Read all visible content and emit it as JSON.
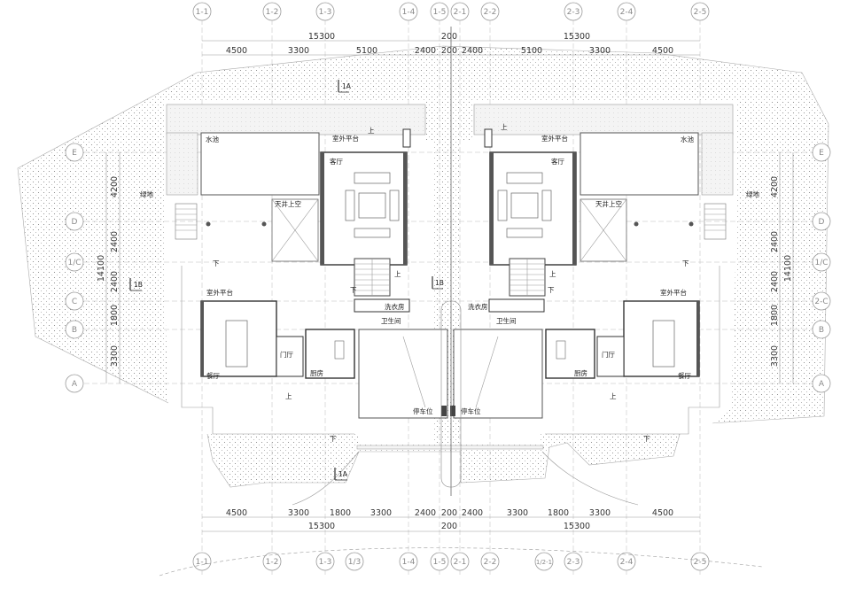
{
  "grid_top": [
    "1-1",
    "1-2",
    "1-3",
    "1-4",
    "1-5",
    "2-1",
    "2-2",
    "2-3",
    "2-4",
    "2-5"
  ],
  "grid_bottom": [
    "1-1",
    "1-2",
    "1-3",
    "1/3",
    "1-4",
    "1-5",
    "2-1",
    "2-2",
    "1/2-1",
    "2-3",
    "2-4",
    "2-5"
  ],
  "grid_left": [
    "E",
    "D",
    "1/C",
    "C",
    "B",
    "A"
  ],
  "grid_right": [
    "E",
    "D",
    "1/C",
    "2-C",
    "B",
    "A"
  ],
  "dims": {
    "total_left": "15300",
    "total_mid": "200",
    "total_right": "15300",
    "top_segments": [
      "4500",
      "3300",
      "5100",
      "2400",
      "200",
      "2400",
      "5100",
      "3300",
      "4500"
    ],
    "bottom_segments": [
      "4500",
      "3300",
      "1800",
      "3300",
      "2400",
      "200",
      "2400",
      "3300",
      "1800",
      "3300",
      "4500"
    ],
    "side_segments": [
      "4200",
      "2400",
      "2400",
      "1800",
      "3300"
    ],
    "side_total": "14100"
  },
  "rooms": {
    "pool": "水池",
    "terrace": "室外平台",
    "living": "客厅",
    "lawn": "绿地",
    "skylight": "天井上空",
    "laundry": "洗衣房",
    "bathroom": "卫生间",
    "kitchen": "厨房",
    "foyer": "门厅",
    "dining": "餐厅",
    "parking": "停车位",
    "up": "上",
    "down": "下"
  },
  "section_marks": [
    "1A",
    "1B",
    "1B",
    "1A"
  ]
}
